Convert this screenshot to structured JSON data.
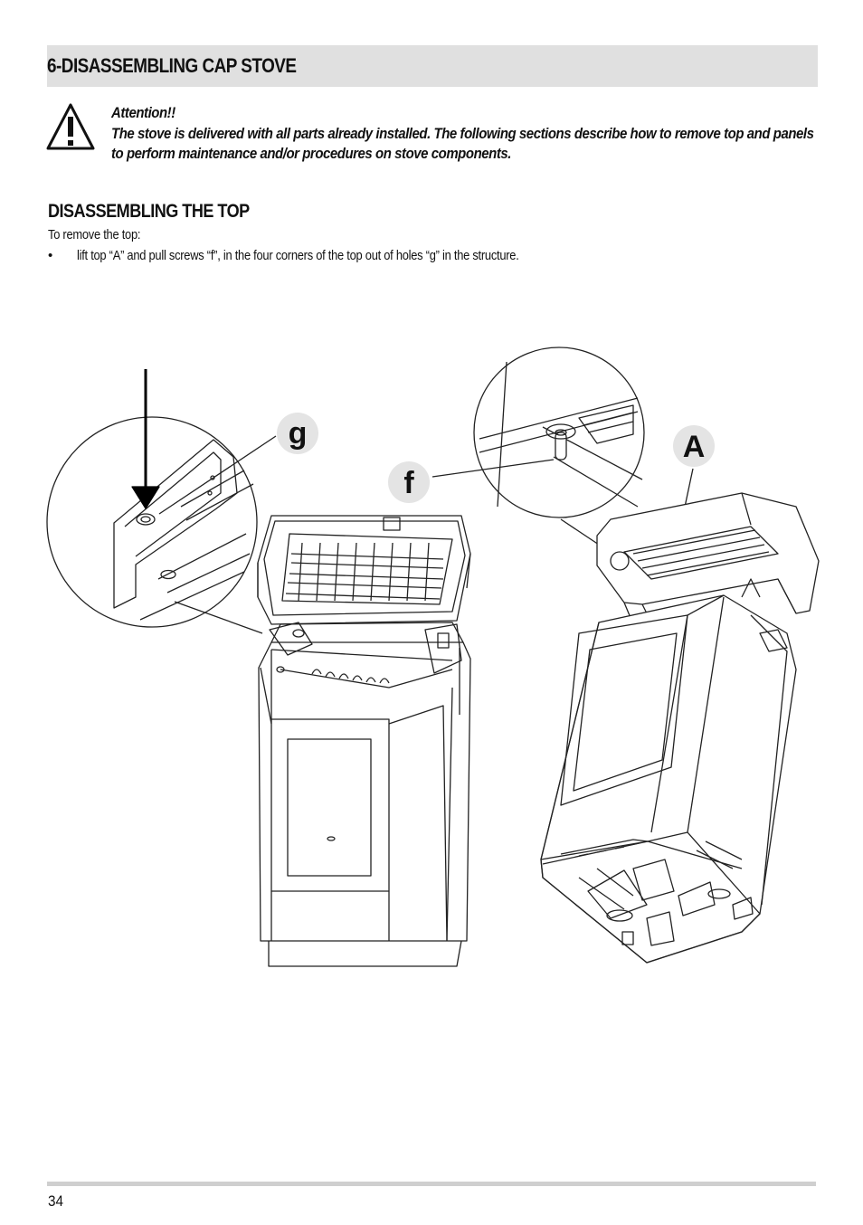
{
  "header": {
    "title": "6-DISASSEMBLING CAP STOVE"
  },
  "warning": {
    "heading": "Attention!!",
    "body": "The stove is delivered with all parts already installed. The following sections describe how to remove top and panels to perform maintenance and/or procedures on stove components."
  },
  "section": {
    "title": "DISASSEMBLING THE TOP",
    "intro": "To remove the top:",
    "bullets": [
      {
        "marker": "•",
        "text": "lift top “A” and pull screws “f”, in the four corners of the top out of holes “g” in the structure."
      }
    ]
  },
  "figure": {
    "callouts": {
      "g": "g",
      "f": "f",
      "A": "A"
    }
  },
  "footer": {
    "page_number": "34"
  }
}
